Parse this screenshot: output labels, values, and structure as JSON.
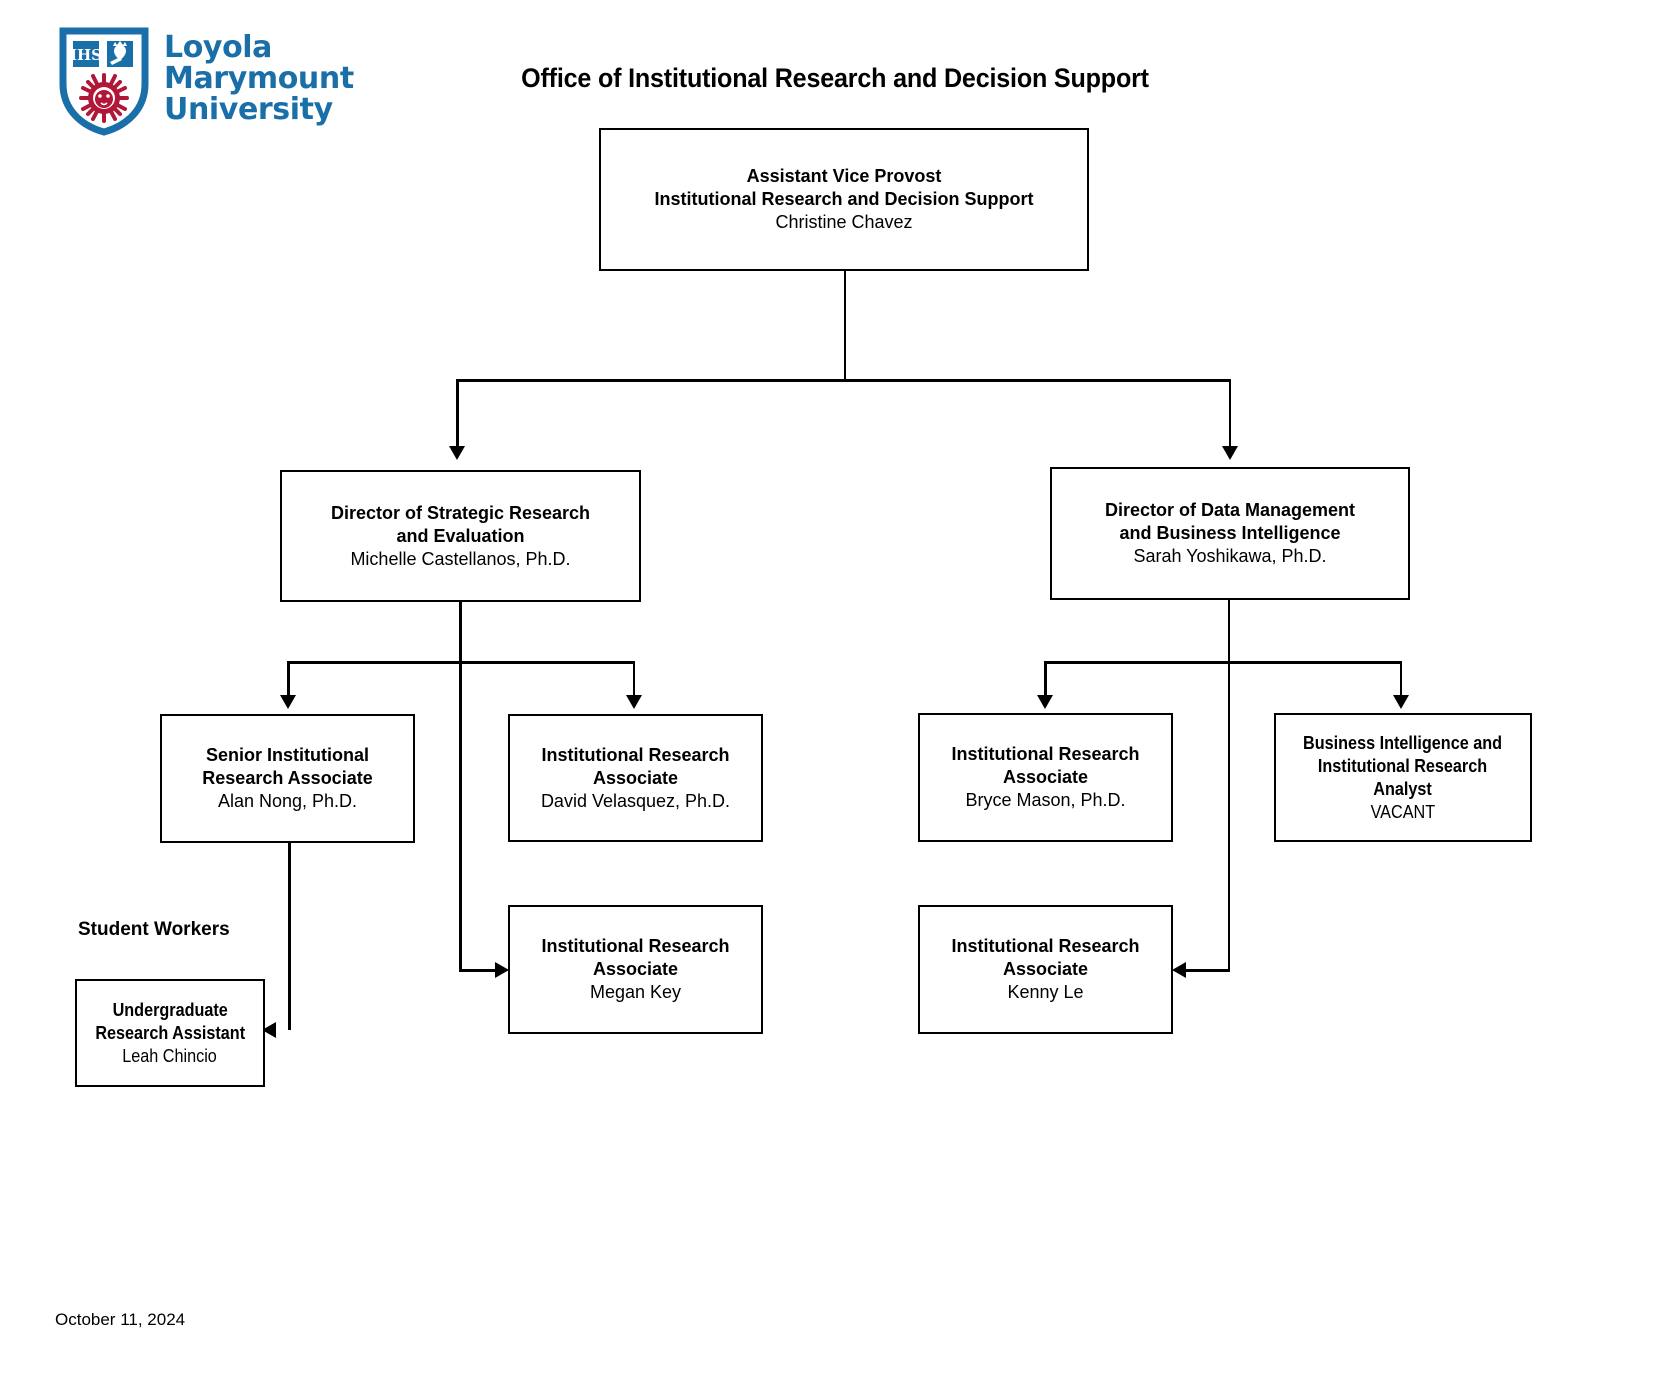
{
  "logo": {
    "institution_lines": [
      "Loyola",
      "Marymount",
      "University"
    ],
    "shield_motto": "IHS",
    "brand_blue": "#1b6fa8",
    "brand_crimson": "#b01739",
    "icon_names": [
      "ihs-monogram-icon",
      "crowned-heart-icon",
      "lion-head-icon",
      "shield-icon"
    ]
  },
  "header": {
    "title": "Office of Institutional Research and Decision Support"
  },
  "footer": {
    "date": "October 11, 2024"
  },
  "labels": {
    "student_workers": "Student Workers"
  },
  "chart_data": {
    "type": "org-chart",
    "title": "Office of Institutional Research and Decision Support",
    "date": "October 11, 2024",
    "nodes": [
      {
        "id": "avp",
        "title": "Assistant Vice Provost\nInstitutional Research and Decision Support",
        "name": "Christine Chavez",
        "level": 1,
        "parent": null
      },
      {
        "id": "dir-sre",
        "title": "Director of Strategic Research\nand Evaluation",
        "name": "Michelle Castellanos, Ph.D.",
        "level": 2,
        "parent": "avp"
      },
      {
        "id": "dir-dmbi",
        "title": "Director of Data Management\nand Business Intelligence",
        "name": "Sarah Yoshikawa, Ph.D.",
        "level": 2,
        "parent": "avp"
      },
      {
        "id": "sr-ira",
        "title": "Senior Institutional\nResearch Associate",
        "name": "Alan Nong, Ph.D.",
        "level": 3,
        "parent": "dir-sre"
      },
      {
        "id": "ira-velasquez",
        "title": "Institutional Research\nAssociate",
        "name": "David Velasquez, Ph.D.",
        "level": 3,
        "parent": "dir-sre"
      },
      {
        "id": "ira-mason",
        "title": "Institutional Research\nAssociate",
        "name": "Bryce Mason, Ph.D.",
        "level": 3,
        "parent": "dir-dmbi"
      },
      {
        "id": "bi-analyst",
        "title": "Business Intelligence and\nInstitutional Research\nAnalyst",
        "name": "VACANT",
        "level": 3,
        "parent": "dir-dmbi"
      },
      {
        "id": "ira-key",
        "title": "Institutional Research\nAssociate",
        "name": "Megan Key",
        "level": 4,
        "parent": "dir-sre"
      },
      {
        "id": "ira-le",
        "title": "Institutional Research\nAssociate",
        "name": "Kenny Le",
        "level": 4,
        "parent": "dir-dmbi"
      },
      {
        "id": "ura-chincio",
        "title": "Undergraduate\nResearch Assistant",
        "name": "Leah Chincio",
        "level": 4,
        "parent": "sr-ira",
        "group": "Student Workers"
      }
    ],
    "groups": [
      {
        "label": "Student Workers",
        "members": [
          "ura-chincio"
        ]
      }
    ]
  }
}
